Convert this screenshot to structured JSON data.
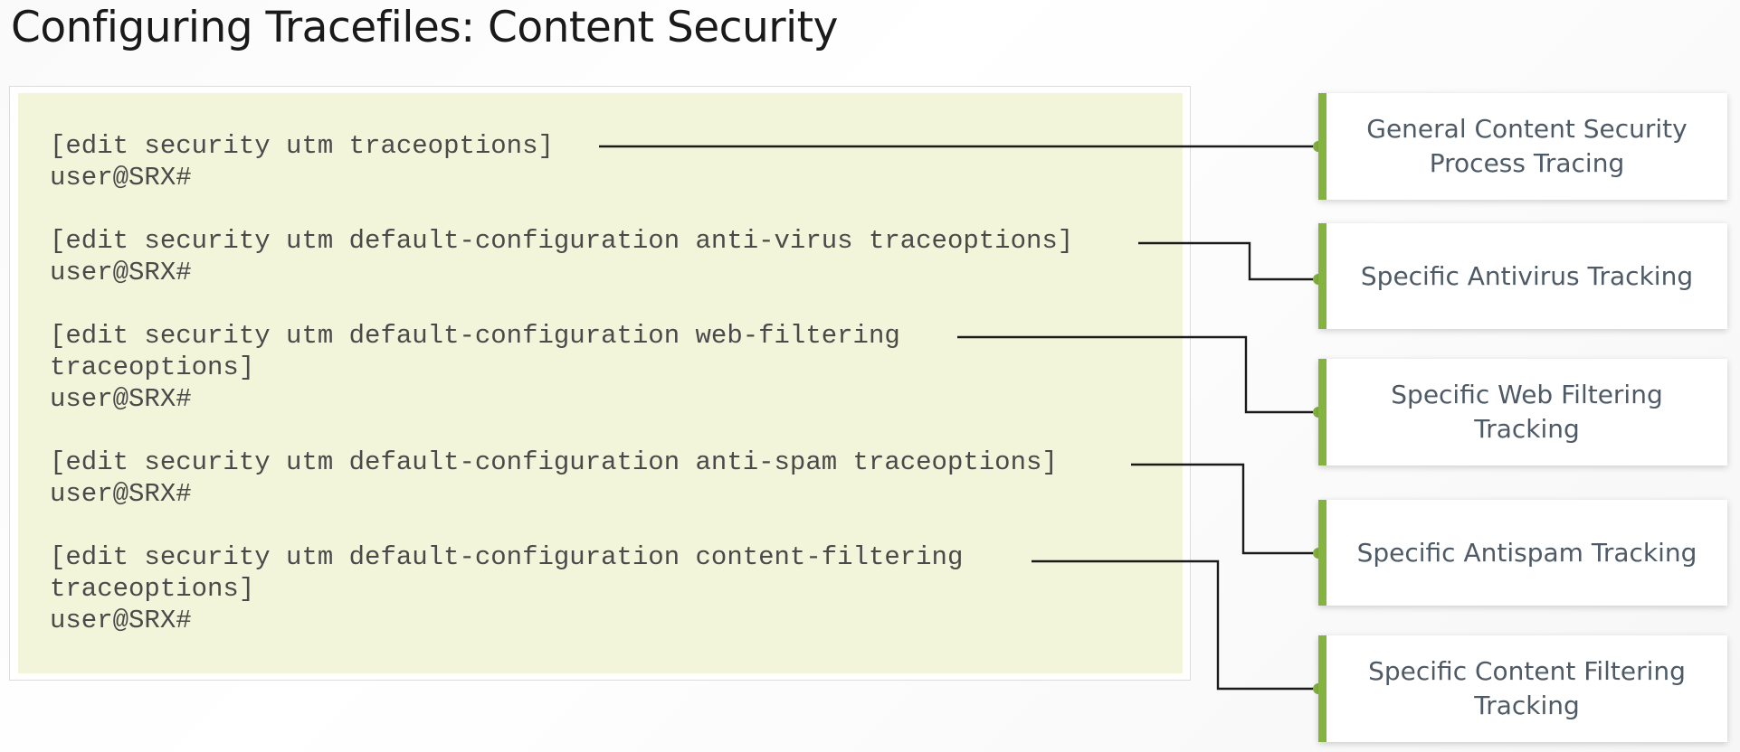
{
  "title": "Configuring Tracefiles: Content Security",
  "colors": {
    "code_background": "#f2f5d9",
    "callout_accent": "#84b33f",
    "connector": "#1a1a1a",
    "code_text": "#4a4a4a",
    "callout_text": "#4e5a66"
  },
  "code_blocks": [
    {
      "lines": [
        "[edit security utm traceoptions]",
        "user@SRX#"
      ]
    },
    {
      "lines": [
        "[edit security utm default-configuration anti-virus traceoptions]",
        "user@SRX#"
      ]
    },
    {
      "lines": [
        "[edit security utm default-configuration web-filtering",
        "traceoptions]",
        "user@SRX#"
      ]
    },
    {
      "lines": [
        "[edit security utm default-configuration anti-spam traceoptions]",
        "user@SRX#"
      ]
    },
    {
      "lines": [
        "[edit security utm default-configuration content-filtering",
        "traceoptions]",
        "user@SRX#"
      ]
    }
  ],
  "callouts": [
    {
      "label": "General Content Security\nProcess Tracing"
    },
    {
      "label": "Specific Antivirus Tracking"
    },
    {
      "label": "Specific Web Filtering\nTracking"
    },
    {
      "label": "Specific Antispam Tracking"
    },
    {
      "label": "Specific Content Filtering\nTracking"
    }
  ]
}
